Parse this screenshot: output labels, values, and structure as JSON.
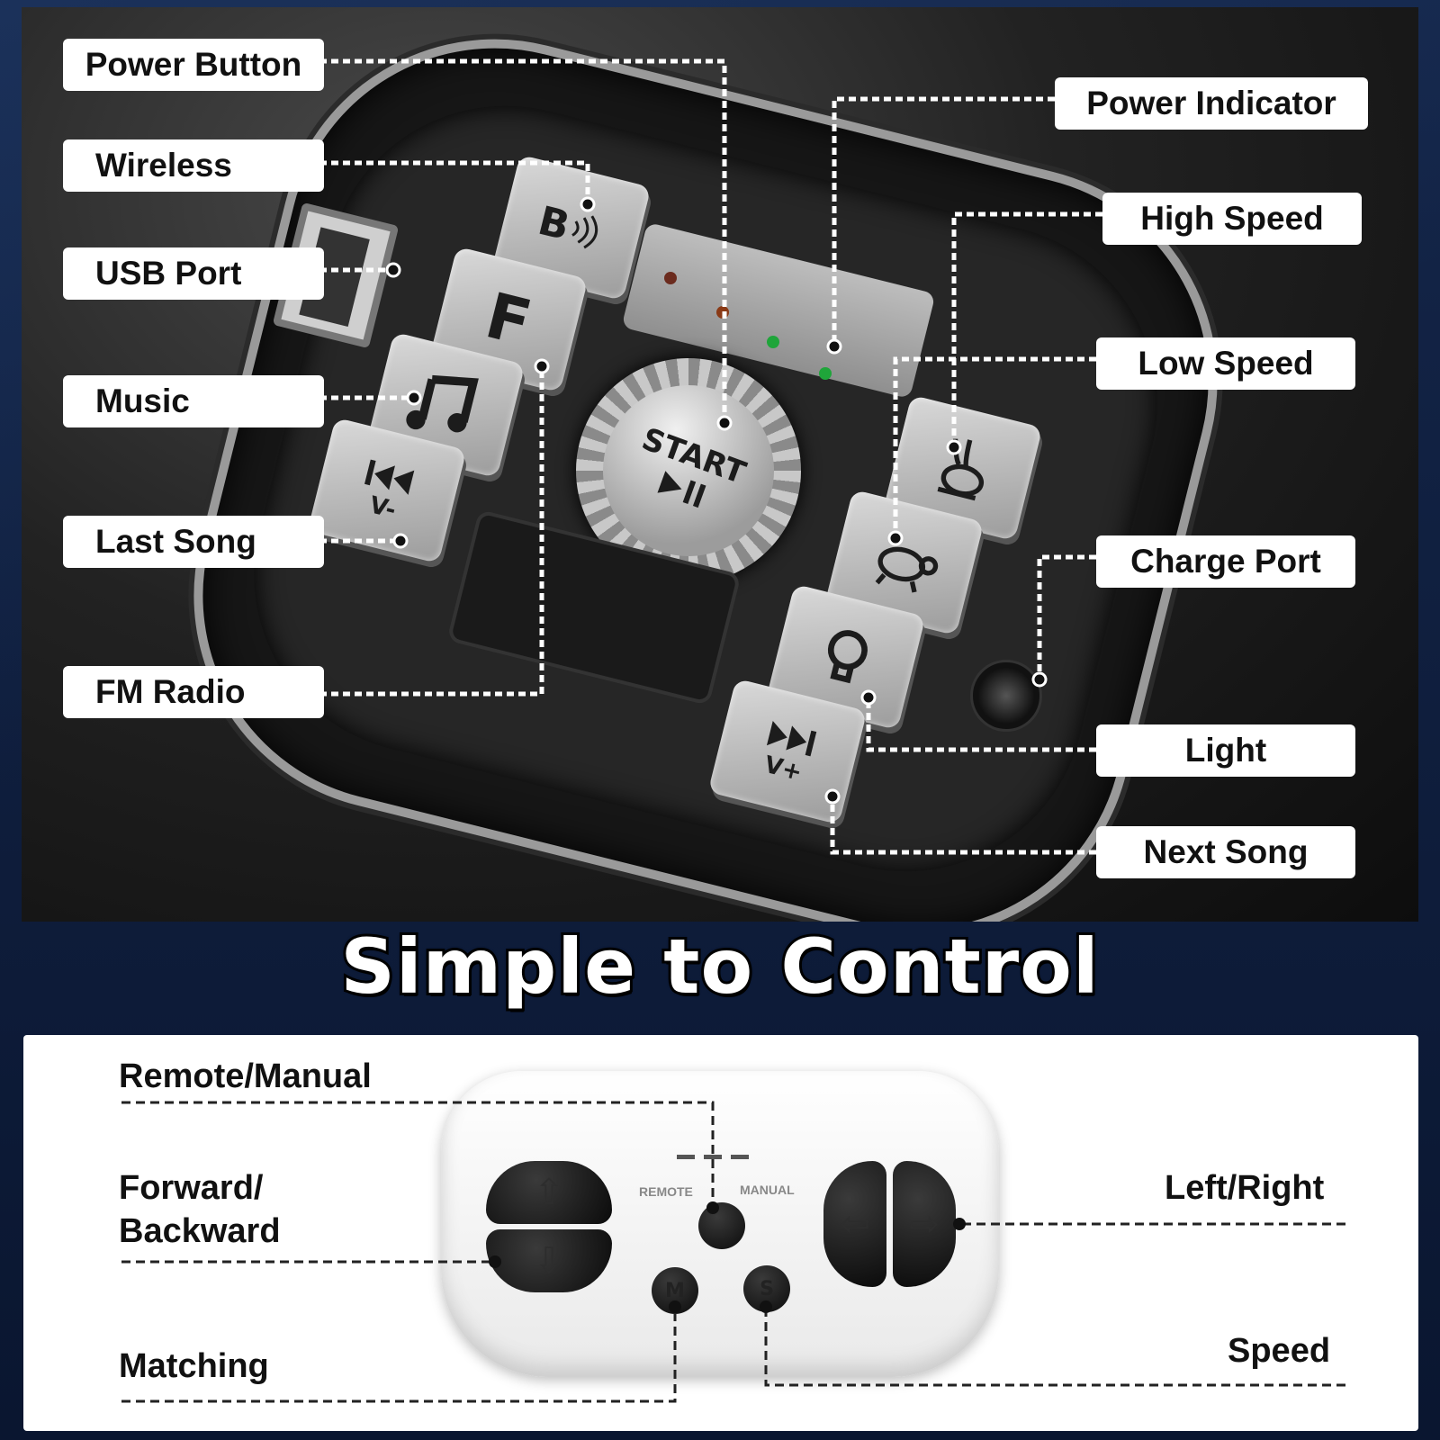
{
  "heading": "Simple to Control",
  "control_panel": {
    "labels": {
      "power_button": "Power Button",
      "wireless": "Wireless",
      "usb_port": "USB Port",
      "music": "Music",
      "last_song": "Last Song",
      "fm_radio": "FM Radio",
      "power_indicator": "Power Indicator",
      "high_speed": "High Speed",
      "low_speed": "Low Speed",
      "charge_port": "Charge Port",
      "light": "Light",
      "next_song": "Next Song"
    },
    "keys": {
      "bluetooth": "B",
      "fm": "F",
      "music_icon": "music-note-icon",
      "prev_icon": "previous-track-icon",
      "prev_sub": "V-",
      "next_icon": "next-track-icon",
      "next_sub": "V+",
      "light_icon": "light-bulb-icon",
      "high_icon": "rabbit-icon",
      "low_icon": "turtle-icon"
    },
    "start_button": {
      "label": "START",
      "icon": "play-pause-icon"
    },
    "led_colors": [
      "#6b2b1e",
      "#8a3a16",
      "#1fa53a",
      "#1fa53a"
    ]
  },
  "remote": {
    "labels": {
      "remote_manual": "Remote/Manual",
      "forward_backward_1": "Forward/",
      "forward_backward_2": "Backward",
      "matching": "Matching",
      "left_right": "Left/Right",
      "speed": "Speed"
    },
    "switch_tags": {
      "remote": "REMOTE",
      "manual": "MANUAL"
    },
    "buttons": {
      "matching": "M",
      "speed": "S"
    }
  },
  "colors": {
    "background": "#0c1a36",
    "label_bg": "#ffffff",
    "label_text": "#111111"
  }
}
